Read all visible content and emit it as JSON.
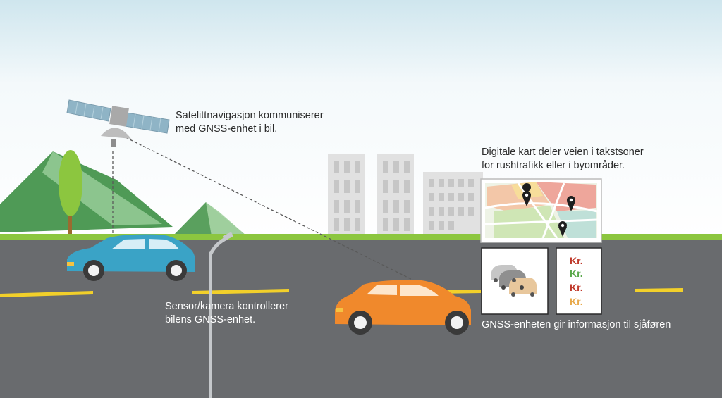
{
  "labels": {
    "satellite": "Satelittnavigasjon kommuniserer\nmed GNSS-enhet i bil.",
    "digital_map": "Digitale kart deler veien i takstsoner\nfor rushtrafikk eller i byområder.",
    "sensor": "Sensor/kamera kontrollerer\nbilens GNSS-enhet.",
    "driver_info": "GNSS-enheten gir informasjon til sjåføren"
  },
  "price_list": [
    "Kr.",
    "Kr.",
    "Kr.",
    "Kr."
  ],
  "colors": {
    "road": "#696b6e",
    "grass": "#8cc63f",
    "hill": "#5a9e5c",
    "blue_car": "#3aa3c6",
    "orange_car": "#f0892c",
    "lane_marking": "#f2d02a",
    "price_red": "#c0392b",
    "price_green": "#5aa84b",
    "price_yellow": "#e8a94b"
  }
}
